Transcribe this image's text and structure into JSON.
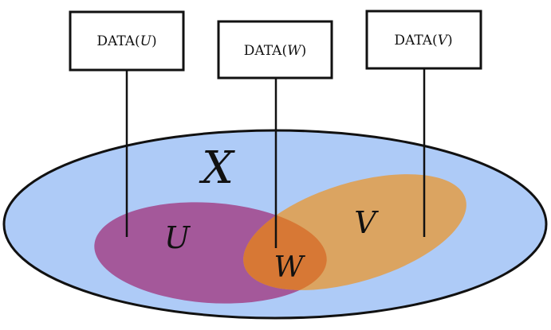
{
  "diagram": {
    "space": {
      "label": "X",
      "fill": "#aecbf7",
      "stroke": "#111111"
    },
    "regions": {
      "u": {
        "label": "U",
        "fill": "#a4589a"
      },
      "v": {
        "label": "V",
        "fill": "#dba461"
      },
      "w": {
        "label": "W",
        "fill": "#d77835"
      }
    },
    "boxes": {
      "u": {
        "label_prefix": "DATA(",
        "var": "U",
        "label_suffix": ")"
      },
      "w": {
        "label_prefix": "DATA(",
        "var": "W",
        "label_suffix": ")"
      },
      "v": {
        "label_prefix": "DATA(",
        "var": "V",
        "label_suffix": ")"
      }
    }
  }
}
